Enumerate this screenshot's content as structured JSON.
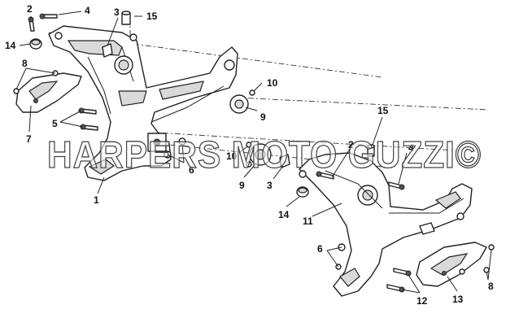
{
  "diagram": {
    "watermark": "HARPERS MOTO GUZZI©",
    "callouts": [
      {
        "id": "c2a",
        "label": "2"
      },
      {
        "id": "c4a",
        "label": "4"
      },
      {
        "id": "c3a",
        "label": "3"
      },
      {
        "id": "c15a",
        "label": "15"
      },
      {
        "id": "c14a",
        "label": "14"
      },
      {
        "id": "c8a",
        "label": "8"
      },
      {
        "id": "c5",
        "label": "5"
      },
      {
        "id": "c7",
        "label": "7"
      },
      {
        "id": "c6a",
        "label": "6"
      },
      {
        "id": "c1",
        "label": "1"
      },
      {
        "id": "c10a",
        "label": "10"
      },
      {
        "id": "c9a",
        "label": "9"
      },
      {
        "id": "c10b",
        "label": "10"
      },
      {
        "id": "c9b",
        "label": "9"
      },
      {
        "id": "c3b",
        "label": "3"
      },
      {
        "id": "c15b",
        "label": "15"
      },
      {
        "id": "c2b",
        "label": "2"
      },
      {
        "id": "c4b",
        "label": "4"
      },
      {
        "id": "c14b",
        "label": "14"
      },
      {
        "id": "c11",
        "label": "11"
      },
      {
        "id": "c6b",
        "label": "6"
      },
      {
        "id": "c12",
        "label": "12"
      },
      {
        "id": "c13",
        "label": "13"
      },
      {
        "id": "c8b",
        "label": "8"
      }
    ]
  }
}
